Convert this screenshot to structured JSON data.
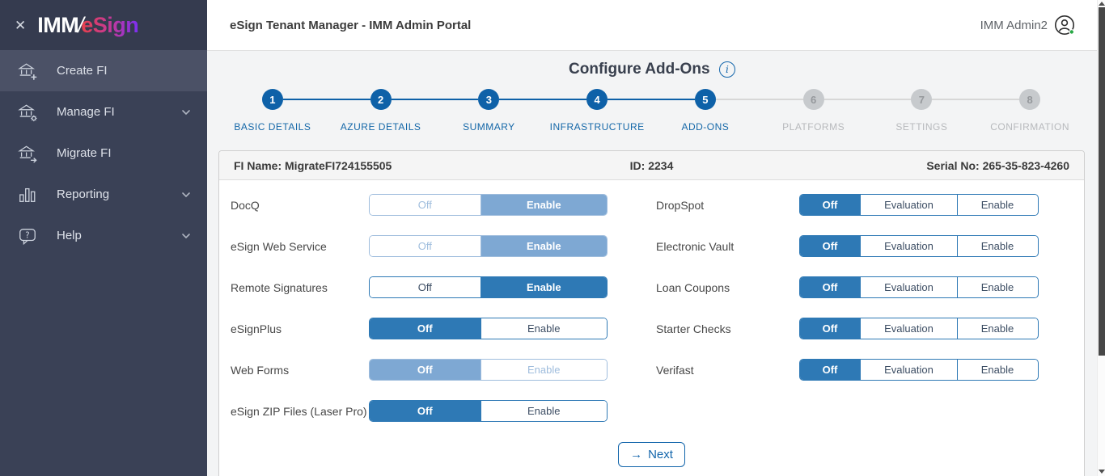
{
  "sidebar": {
    "close_glyph": "✕",
    "logo": {
      "imm": "IMM",
      "slash": "/",
      "esign": "eSign"
    },
    "items": [
      {
        "label": "Create FI",
        "icon": "bank-plus-icon",
        "active": true,
        "expandable": false
      },
      {
        "label": "Manage FI",
        "icon": "bank-gear-icon",
        "active": false,
        "expandable": true
      },
      {
        "label": "Migrate FI",
        "icon": "bank-arrow-icon",
        "active": false,
        "expandable": false
      },
      {
        "label": "Reporting",
        "icon": "bar-chart-icon",
        "active": false,
        "expandable": true
      },
      {
        "label": "Help",
        "icon": "help-icon",
        "active": false,
        "expandable": true
      }
    ]
  },
  "header": {
    "title": "eSign Tenant Manager - IMM Admin Portal",
    "user": "IMM Admin2",
    "user_status": "online"
  },
  "page": {
    "title": "Configure Add-Ons",
    "info_glyph": "i"
  },
  "stepper": {
    "steps": [
      {
        "num": "1",
        "label": "BASIC DETAILS",
        "state": "done"
      },
      {
        "num": "2",
        "label": "AZURE DETAILS",
        "state": "done"
      },
      {
        "num": "3",
        "label": "SUMMARY",
        "state": "done"
      },
      {
        "num": "4",
        "label": "INFRASTRUCTURE",
        "state": "done"
      },
      {
        "num": "5",
        "label": "ADD-ONS",
        "state": "active"
      },
      {
        "num": "6",
        "label": "PLATFORMS",
        "state": "todo"
      },
      {
        "num": "7",
        "label": "SETTINGS",
        "state": "todo"
      },
      {
        "num": "8",
        "label": "CONFIRMATION",
        "state": "todo"
      }
    ]
  },
  "fi_info": {
    "name": "FI Name: MigrateFI724155505",
    "id": "ID: 2234",
    "serial": "Serial No: 265-35-823-4260"
  },
  "addons": {
    "left": [
      {
        "label": "DocQ",
        "options": [
          "Off",
          "Enable"
        ],
        "selected": "Enable",
        "disabled": true
      },
      {
        "label": "eSign Web Service",
        "options": [
          "Off",
          "Enable"
        ],
        "selected": "Enable",
        "disabled": true
      },
      {
        "label": "Remote Signatures",
        "options": [
          "Off",
          "Enable"
        ],
        "selected": "Enable",
        "disabled": false
      },
      {
        "label": "eSignPlus",
        "options": [
          "Off",
          "Enable"
        ],
        "selected": "Off",
        "disabled": false
      },
      {
        "label": "Web Forms",
        "options": [
          "Off",
          "Enable"
        ],
        "selected": "Off",
        "disabled": true
      },
      {
        "label": "eSign ZIP Files (Laser Pro)",
        "options": [
          "Off",
          "Enable"
        ],
        "selected": "Off",
        "disabled": false
      }
    ],
    "right": [
      {
        "label": "DropSpot",
        "options": [
          "Off",
          "Evaluation",
          "Enable"
        ],
        "selected": "Off",
        "disabled": false
      },
      {
        "label": "Electronic Vault",
        "options": [
          "Off",
          "Evaluation",
          "Enable"
        ],
        "selected": "Off",
        "disabled": false
      },
      {
        "label": "Loan Coupons",
        "options": [
          "Off",
          "Evaluation",
          "Enable"
        ],
        "selected": "Off",
        "disabled": false
      },
      {
        "label": "Starter Checks",
        "options": [
          "Off",
          "Evaluation",
          "Enable"
        ],
        "selected": "Off",
        "disabled": false
      },
      {
        "label": "Verifast",
        "options": [
          "Off",
          "Evaluation",
          "Enable"
        ],
        "selected": "Off",
        "disabled": false
      }
    ]
  },
  "next": {
    "arrow": "→",
    "label": "Next"
  },
  "colors": {
    "primary_blue": "#0e61a8",
    "toggle_blue": "#2e79b5",
    "muted_blue": "#7ea8d3",
    "sidebar_bg": "#3a4156",
    "sidebar_active_bg": "#4b5166",
    "content_bg": "#f3f4f5",
    "status_green": "#27a744"
  }
}
